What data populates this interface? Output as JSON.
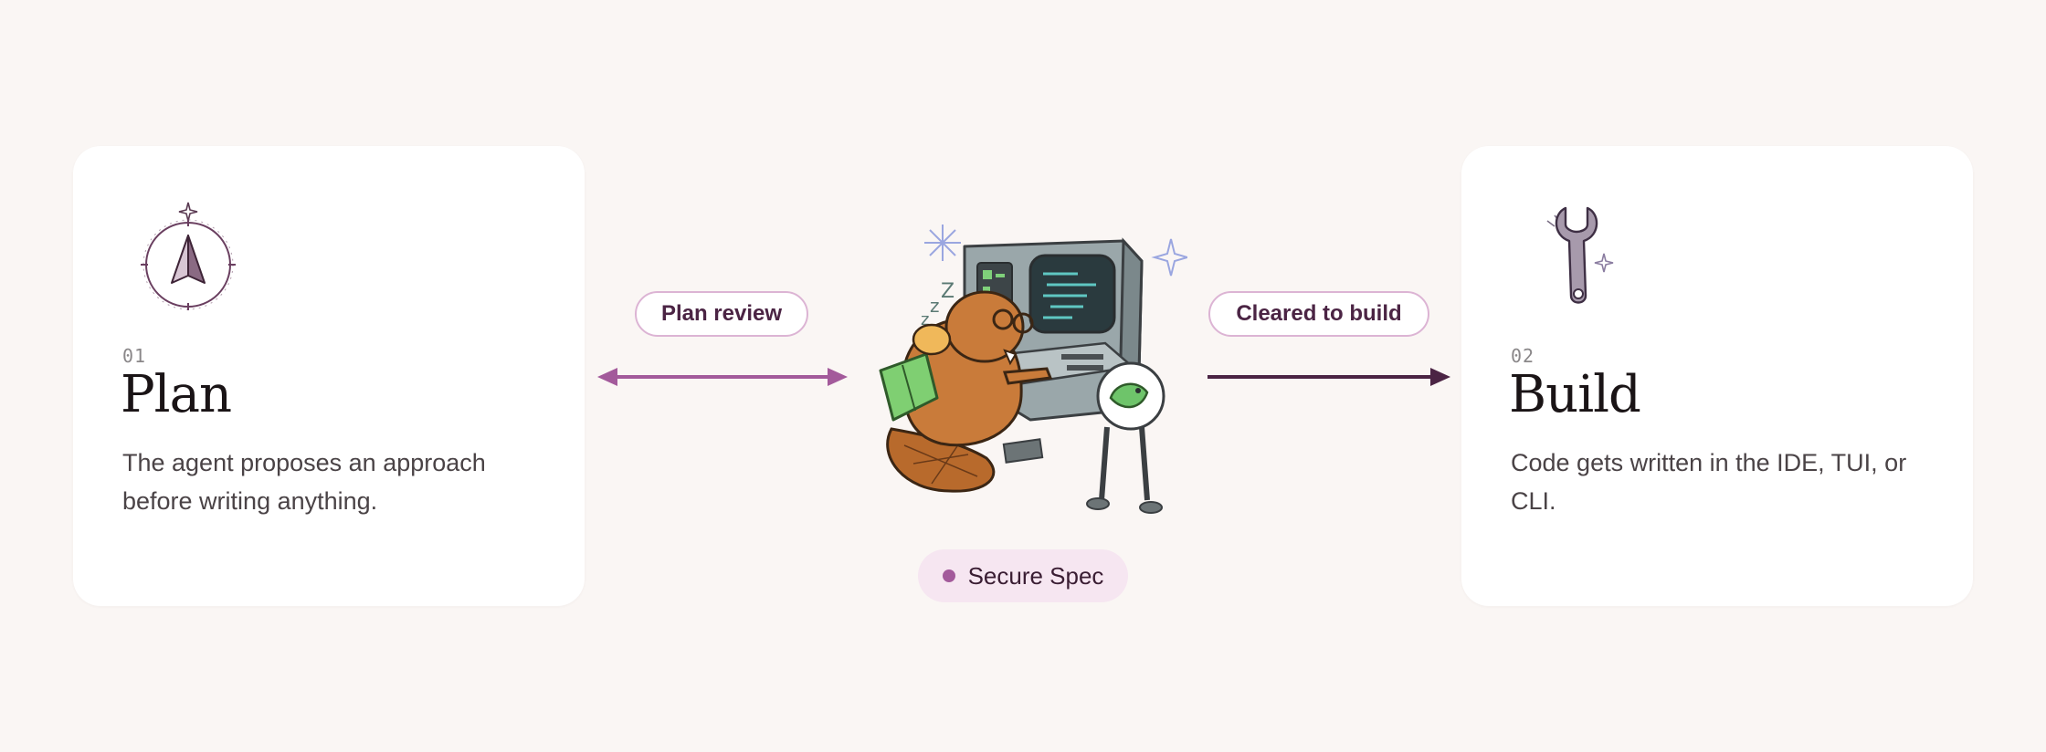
{
  "steps": [
    {
      "number": "01",
      "title": "Plan",
      "description": "The agent proposes an approach before writing anything.",
      "icon": "compass-icon"
    },
    {
      "number": "02",
      "title": "Build",
      "description": "Code gets written in the IDE, TUI, or CLI.",
      "icon": "wrench-icon"
    }
  ],
  "connectors": {
    "left_label": "Plan review",
    "right_label": "Cleared to build"
  },
  "center": {
    "badge_label": "Secure Spec",
    "illustration": "beaver-at-computer-illustration"
  },
  "colors": {
    "background": "#faf6f4",
    "card": "#ffffff",
    "accent_pink": "#a35a9b",
    "accent_dark": "#4b2444",
    "badge_bg": "#f6e6f1"
  }
}
